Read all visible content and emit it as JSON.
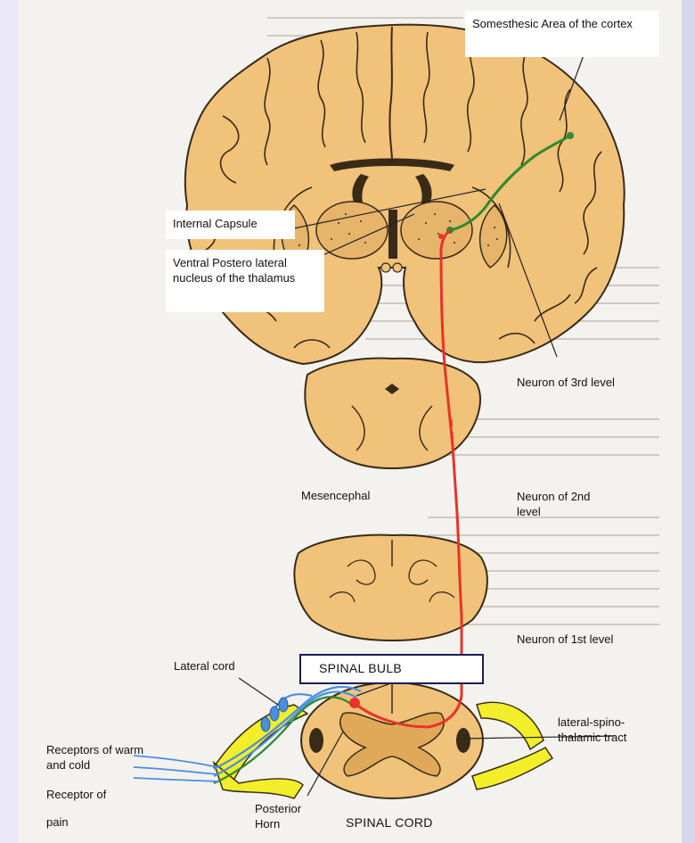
{
  "labels": {
    "somesthesic_area": "Somesthesic Area  of the cortex",
    "internal_capsule": "Internal Capsule",
    "vpl_nucleus": "Ventral Postero lateral nucleus of the thalamus",
    "neuron_3rd": "Neuron of 3rd level",
    "mesencephal": "Mesencephal",
    "neuron_2nd": "Neuron of 2nd level",
    "neuron_1st": "Neuron of 1st level",
    "lateral_cord": "Lateral cord",
    "spinal_bulb": "SPINAL BULB",
    "lateral_spinothalamic": "lateral-spino-thalamic tract",
    "receptors_warm_cold": "Receptors of warm and cold",
    "receptor_pain_line1": "Receptor of",
    "receptor_pain_line2": "pain",
    "posterior_horn": "Posterior Horn",
    "spinal_cord": "SPINAL CORD"
  },
  "colors": {
    "tissue": "#f0c27a",
    "tissue_outline": "#3a2a18",
    "pathway_red": "#e8322a",
    "pathway_green": "#2e8a2e",
    "nerve_yellow": "#f2ee2a",
    "nerve_blue": "#4a8ee0",
    "background": "#dcdcf0"
  }
}
